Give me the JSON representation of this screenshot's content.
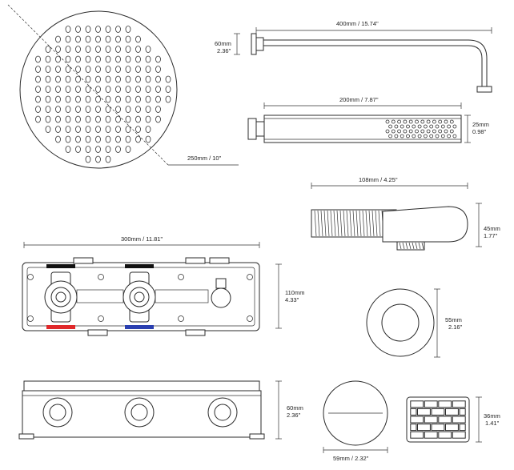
{
  "labels": {
    "shower_head_diameter": "250mm / 10\"",
    "arm_length": "400mm / 15.74\"",
    "arm_drop_mm": "60mm",
    "arm_drop_in": "2.36\"",
    "handset_length": "200mm / 7.87\"",
    "handset_width_mm": "25mm",
    "handset_width_in": "0.98\"",
    "outlet_length": "108mm / 4.25\"",
    "outlet_height_mm": "45mm",
    "outlet_height_in": "1.77\"",
    "valve_width": "300mm / 11.81\"",
    "valve_height_mm": "110mm",
    "valve_height_in": "4.33\"",
    "flange_diameter_mm": "55mm",
    "flange_diameter_in": "2.16\"",
    "box_depth_mm": "60mm",
    "box_depth_in": "2.36\"",
    "handle_diameter": "59mm / 2.32\"",
    "knob_height_mm": "36mm",
    "knob_height_in": "1.41\""
  },
  "colors": {
    "hot": "#e0282a",
    "cold": "#2a3fb0",
    "black_marker": "#111111",
    "line": "#2b2b2b"
  },
  "icons": [
    "round-shower-head-icon",
    "wall-shower-arm-icon",
    "hand-shower-icon",
    "wall-outlet-elbow-icon",
    "concealed-valve-icon",
    "round-flange-icon",
    "valve-box-side-icon",
    "round-handle-icon",
    "knurled-knob-icon"
  ]
}
